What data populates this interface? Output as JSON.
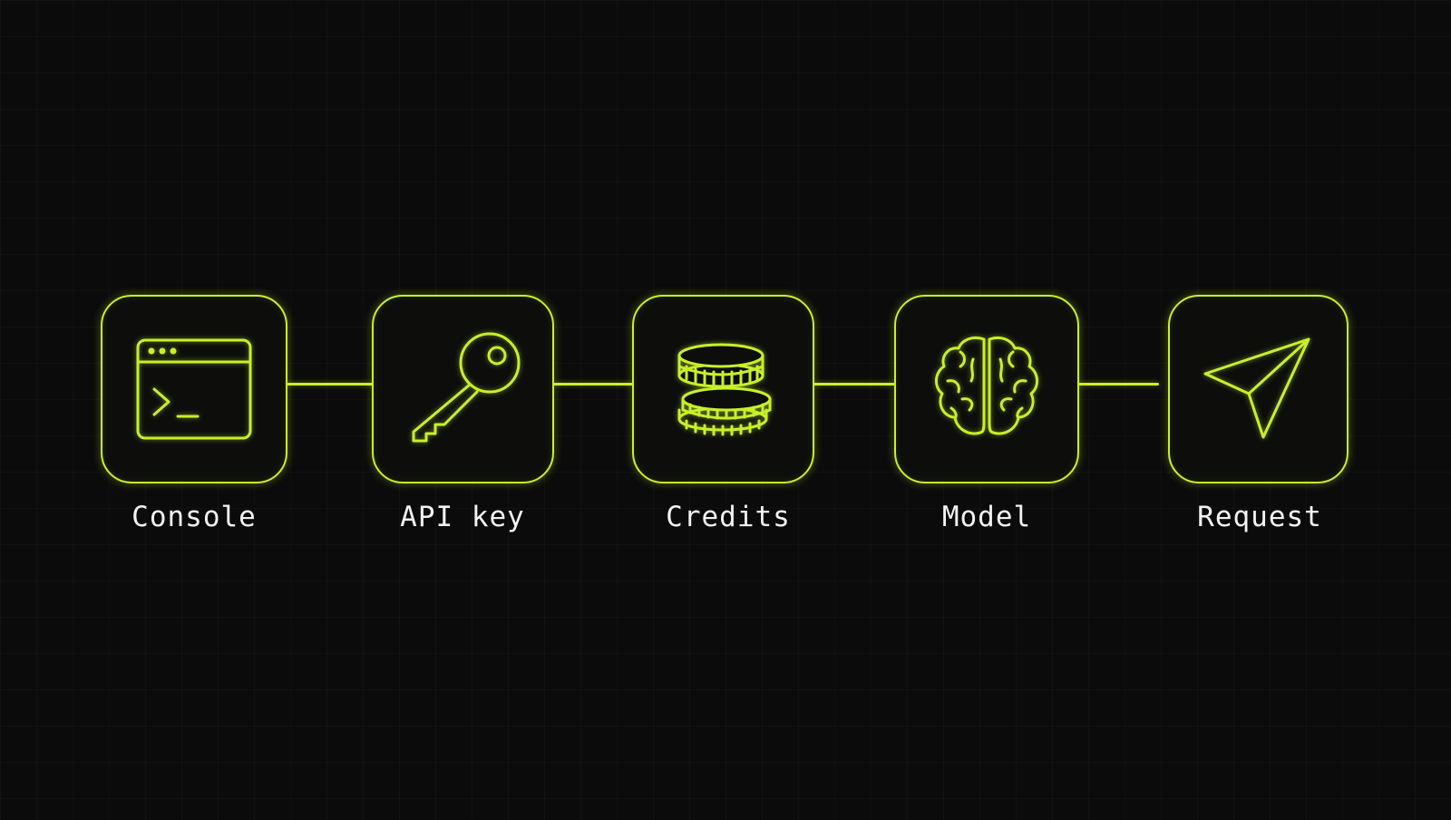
{
  "colors": {
    "accent": "#c8f02a",
    "background": "#0b0b0b",
    "label": "#f2f2f2"
  },
  "steps": [
    {
      "label": "Console",
      "icon": "terminal-window-icon"
    },
    {
      "label": "API key",
      "icon": "key-icon"
    },
    {
      "label": "Credits",
      "icon": "coin-stack-icon"
    },
    {
      "label": "Model",
      "icon": "brain-icon"
    },
    {
      "label": "Request",
      "icon": "paper-plane-icon"
    }
  ]
}
